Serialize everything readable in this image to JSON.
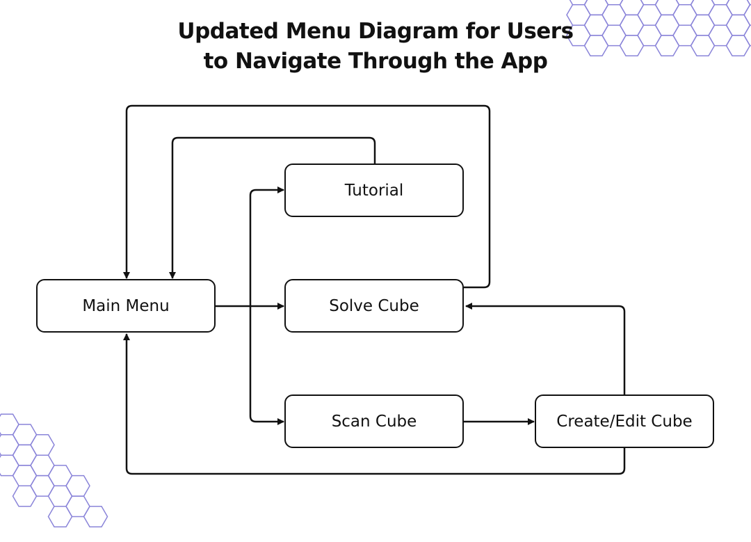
{
  "title": {
    "line1": "Updated Menu Diagram for Users",
    "line2": "to Navigate Through the App"
  },
  "nodes": {
    "main_menu": "Main Menu",
    "tutorial": "Tutorial",
    "solve_cube": "Solve Cube",
    "scan_cube": "Scan Cube",
    "create_edit_cube": "Create/Edit Cube"
  },
  "edges": [
    {
      "from": "main_menu",
      "to": "tutorial"
    },
    {
      "from": "main_menu",
      "to": "solve_cube"
    },
    {
      "from": "main_menu",
      "to": "scan_cube"
    },
    {
      "from": "scan_cube",
      "to": "create_edit_cube"
    },
    {
      "from": "create_edit_cube",
      "to": "solve_cube"
    },
    {
      "from": "create_edit_cube",
      "to": "main_menu"
    },
    {
      "from": "tutorial",
      "to": "main_menu"
    },
    {
      "from": "solve_cube",
      "to": "main_menu"
    }
  ],
  "colors": {
    "decoration": "#8a84d9",
    "stroke": "#111111",
    "background": "#ffffff"
  }
}
